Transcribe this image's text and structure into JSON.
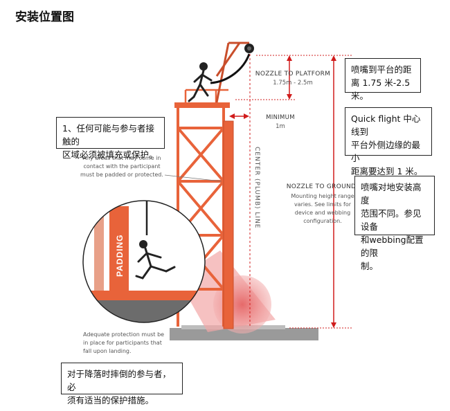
{
  "page": {
    "title": "安装位置图"
  },
  "diagram_labels": {
    "nozzle_to_platform": "NOZZLE TO PLATFORM",
    "nozzle_to_platform_range": "1.75m - 2.5m",
    "minimum": "MINIMUM",
    "minimum_value": "1m",
    "center_line": "CENTER (PLUMB) LINE",
    "nozzle_to_ground": "NOZZLE TO GROUND",
    "nozzle_to_ground_note": [
      "Mounting height range",
      "varies. See limits for",
      "device and webbing",
      "configuration."
    ],
    "padded_note": [
      "Any areas that may come in",
      "contact with the participant",
      "must be padded or protected."
    ],
    "landing_note": [
      "Adequate protection must be",
      "in place for participants that",
      "fall upon landing."
    ],
    "padding_word": "PADDING"
  },
  "callouts": {
    "nozzle_platform_cn": [
      "喷嘴到平台的距",
      "离 1.75 米-2.5 米。"
    ],
    "contact_areas_cn": [
      "1、任何可能与参与者接触的",
      "区域必须被填充或保护。"
    ],
    "quick_flight_cn": [
      "Quick flight 中心线到",
      "平台外侧边缘的最小",
      "距离要达到 1 米。"
    ],
    "nozzle_ground_cn": [
      "喷嘴对地安装高度",
      "范围不同。参见设备",
      "和webbing配置的限",
      "制。"
    ],
    "landing_cn": [
      "对于降落时摔倒的参与者，必",
      "须有适当的保护措施。"
    ]
  },
  "colors": {
    "frame": "#e8633a",
    "frame_dark": "#c94e2b",
    "measure": "#d01c1c",
    "pad_zone": "#e87070",
    "ground": "#9a9a9a"
  }
}
